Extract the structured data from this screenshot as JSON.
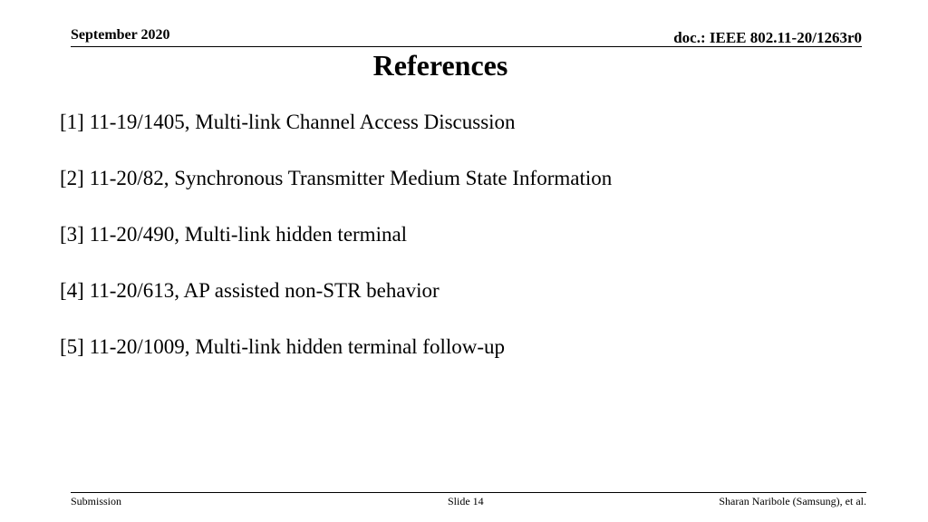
{
  "header": {
    "date": "September 2020",
    "doc": "doc.: IEEE 802.11-20/1263r0"
  },
  "slide": {
    "title": "References",
    "references": [
      "[1] 11-19/1405, Multi-link Channel Access Discussion",
      "[2] 11-20/82, Synchronous Transmitter Medium State Information",
      "[3] 11-20/490, Multi-link hidden terminal",
      "[4] 11-20/613, AP assisted non-STR behavior",
      "[5] 11-20/1009, Multi-link hidden terminal follow-up"
    ]
  },
  "footer": {
    "left": "Submission",
    "center": "Slide 14",
    "right": "Sharan Naribole (Samsung), et al."
  }
}
